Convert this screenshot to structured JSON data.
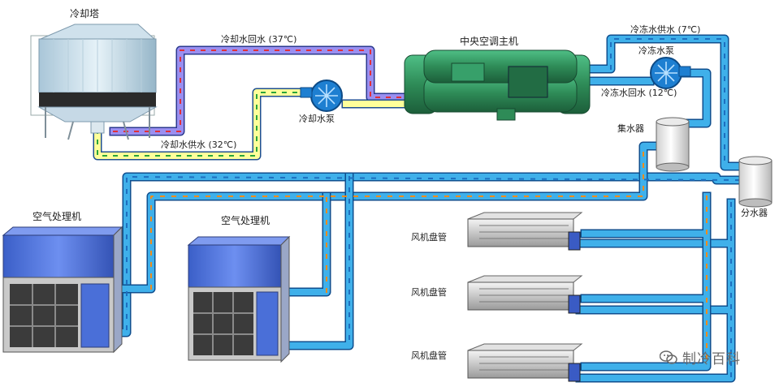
{
  "labels": {
    "cooling_tower": "冷却塔",
    "cooling_return": "冷却水回水 (37℃)",
    "cooling_supply": "冷却水供水 (32℃)",
    "cooling_pump": "冷却水泵",
    "chiller": "中央空调主机",
    "chilled_supply": "冷冻水供水 (7℃)",
    "chilled_pump": "冷冻水泵",
    "chilled_return": "冷冻水回水 (12℃)",
    "collector": "集水器",
    "distributor": "分水器",
    "ahu_1": "空气处理机",
    "ahu_2": "空气处理机",
    "fcu_1": "风机盘管",
    "fcu_2": "风机盘管",
    "fcu_3": "风机盘管"
  },
  "watermark": {
    "text": "制冷百科",
    "icon": "wechat-icon"
  },
  "colors": {
    "chilled_pipe": "#2aa0e0",
    "cooling_return_pipe": "#8080e8",
    "cooling_supply_pipe": "#ffff90",
    "chiller_body": "#2e8b57",
    "ahu_panel": "#4a6fd8"
  }
}
